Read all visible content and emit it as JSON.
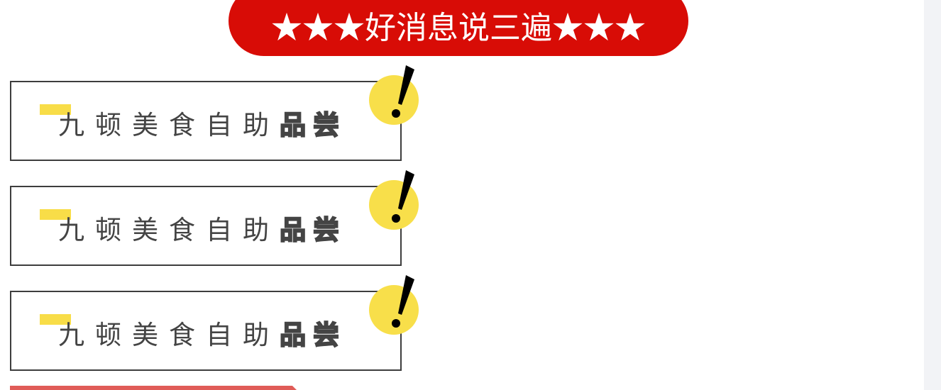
{
  "banner": {
    "text": "★★★好消息说三遍★★★",
    "color": "#d80c06"
  },
  "cards": [
    {
      "text": "九顿美食自助",
      "emphasis": "品尝"
    },
    {
      "text": "九顿美食自助",
      "emphasis": "品尝"
    },
    {
      "text": "九顿美食自助",
      "emphasis": "品尝"
    }
  ],
  "colors": {
    "accent_yellow": "#f8df4a",
    "bottom_bar": "#e05c58"
  }
}
